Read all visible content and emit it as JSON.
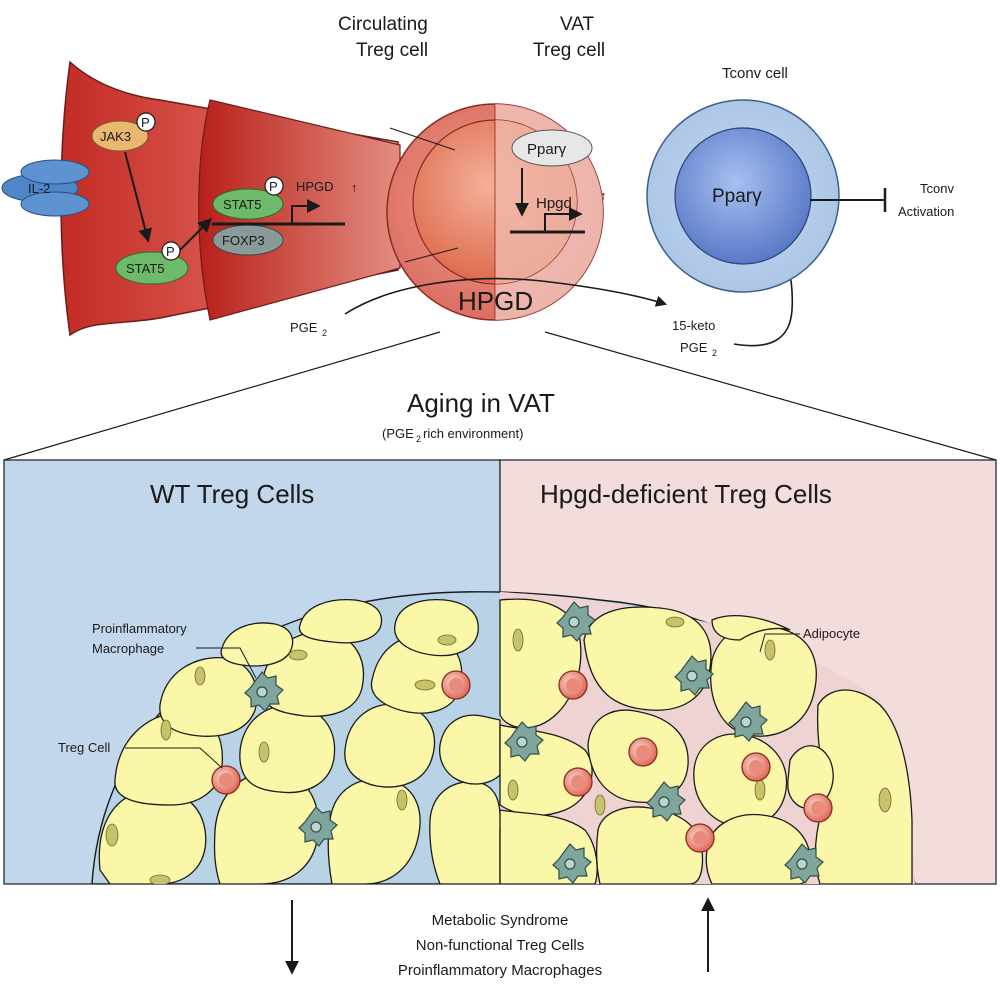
{
  "top": {
    "circulating_label_1": "Circulating",
    "circulating_label_2": "Treg cell",
    "vat_label_1": "VAT",
    "vat_label_2": "Treg cell",
    "tconv_label": "Tconv cell",
    "il2": "IL-2",
    "p": "P",
    "jak3": "JAK3",
    "stat5": "STAT5",
    "foxp3": "FOXP3",
    "hpgd_up": "HPGD",
    "up_arrow": "↑",
    "pparg": "Pparγ",
    "hpgd_lower": "Hpgd",
    "hpgd_main": "HPGD",
    "pge2_prefix": "PGE",
    "sub2": "2",
    "keto_1": "15-keto",
    "keto_2": "PGE",
    "tconv_act_1": "Tconv",
    "tconv_act_2": "Activation"
  },
  "middle": {
    "aging": "Aging in VAT",
    "env_open": "(PGE",
    "env_rest": " rich environment)"
  },
  "panels": {
    "wt_title": "WT Treg Cells",
    "ko_title": "Hpgd-deficient Treg Cells",
    "macrophage_1": "Proinflammatory",
    "macrophage_2": "Macrophage",
    "treg_label": "Treg Cell",
    "adipocyte": "Adipocyte"
  },
  "bottom": {
    "line1": "Metabolic Syndrome",
    "line2": "Non-functional Treg Cells",
    "line3": "Proinflammatory Macrophages"
  },
  "colors": {
    "wt_bg": "#c2d6ec",
    "ko_bg": "#f3dcdc",
    "adipocyte": "#fbf7a8",
    "treg": "#e06a5a",
    "macrophage": "#7fa59c",
    "stat5": "#6dbb6a",
    "jak3": "#e8b870",
    "foxp3": "#8a9a98"
  }
}
